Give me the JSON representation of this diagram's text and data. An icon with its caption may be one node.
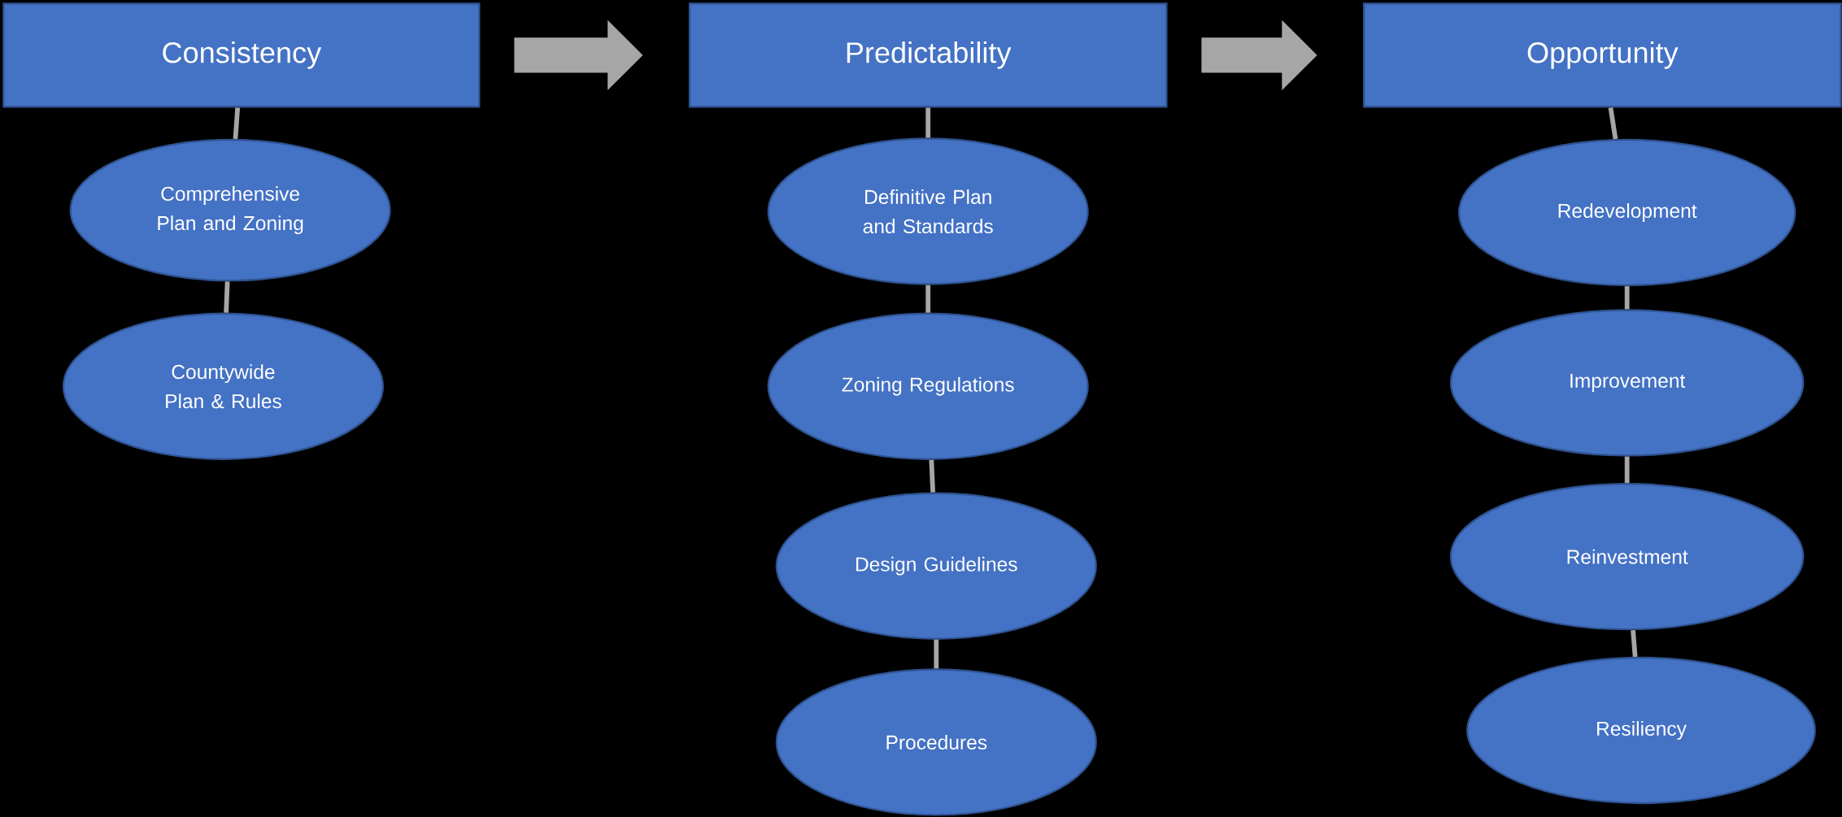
{
  "diagram": {
    "nodes": [
      {
        "text": [
          "Consistency"
        ]
      },
      {
        "text": [
          "Comprehensive Plan and Zoning"
        ]
      },
      {
        "text": [
          "Countywide Plan & Rules"
        ]
      },
      {
        "text": [
          "Predictability"
        ]
      },
      {
        "text": [
          "Definitive Plan and Standards"
        ]
      },
      {
        "text": [
          "Zoning Regulations"
        ]
      },
      {
        "text": [
          "Design Guidelines"
        ]
      },
      {
        "text": [
          "Procedures"
        ]
      },
      {
        "text": [
          "Opportunity"
        ]
      },
      {
        "text": [
          "Redevelopment"
        ]
      },
      {
        "text": [
          "Improvement"
        ]
      },
      {
        "text": [
          "Reinvestment"
        ]
      },
      {
        "text": [
          "Resiliency"
        ]
      }
    ],
    "edges": [
      {
        "from": 0,
        "to": 3,
        "arrow": "to",
        "style": "thick"
      },
      {
        "from": 3,
        "to": 8,
        "arrow": "to",
        "style": "thick"
      },
      {
        "from": 0,
        "to": 1,
        "arrow": "none"
      },
      {
        "from": 1,
        "to": 2,
        "arrow": "none"
      },
      {
        "from": 3,
        "to": 4,
        "arrow": "none"
      },
      {
        "from": 4,
        "to": 5,
        "arrow": "none"
      },
      {
        "from": 5,
        "to": 6,
        "arrow": "none"
      },
      {
        "from": 6,
        "to": 7,
        "arrow": "none"
      },
      {
        "from": 8,
        "to": 9,
        "arrow": "none"
      },
      {
        "from": 9,
        "to": 10,
        "arrow": "none"
      },
      {
        "from": 10,
        "to": 11,
        "arrow": "none"
      },
      {
        "from": 11,
        "to": 12,
        "arrow": "none"
      }
    ]
  }
}
